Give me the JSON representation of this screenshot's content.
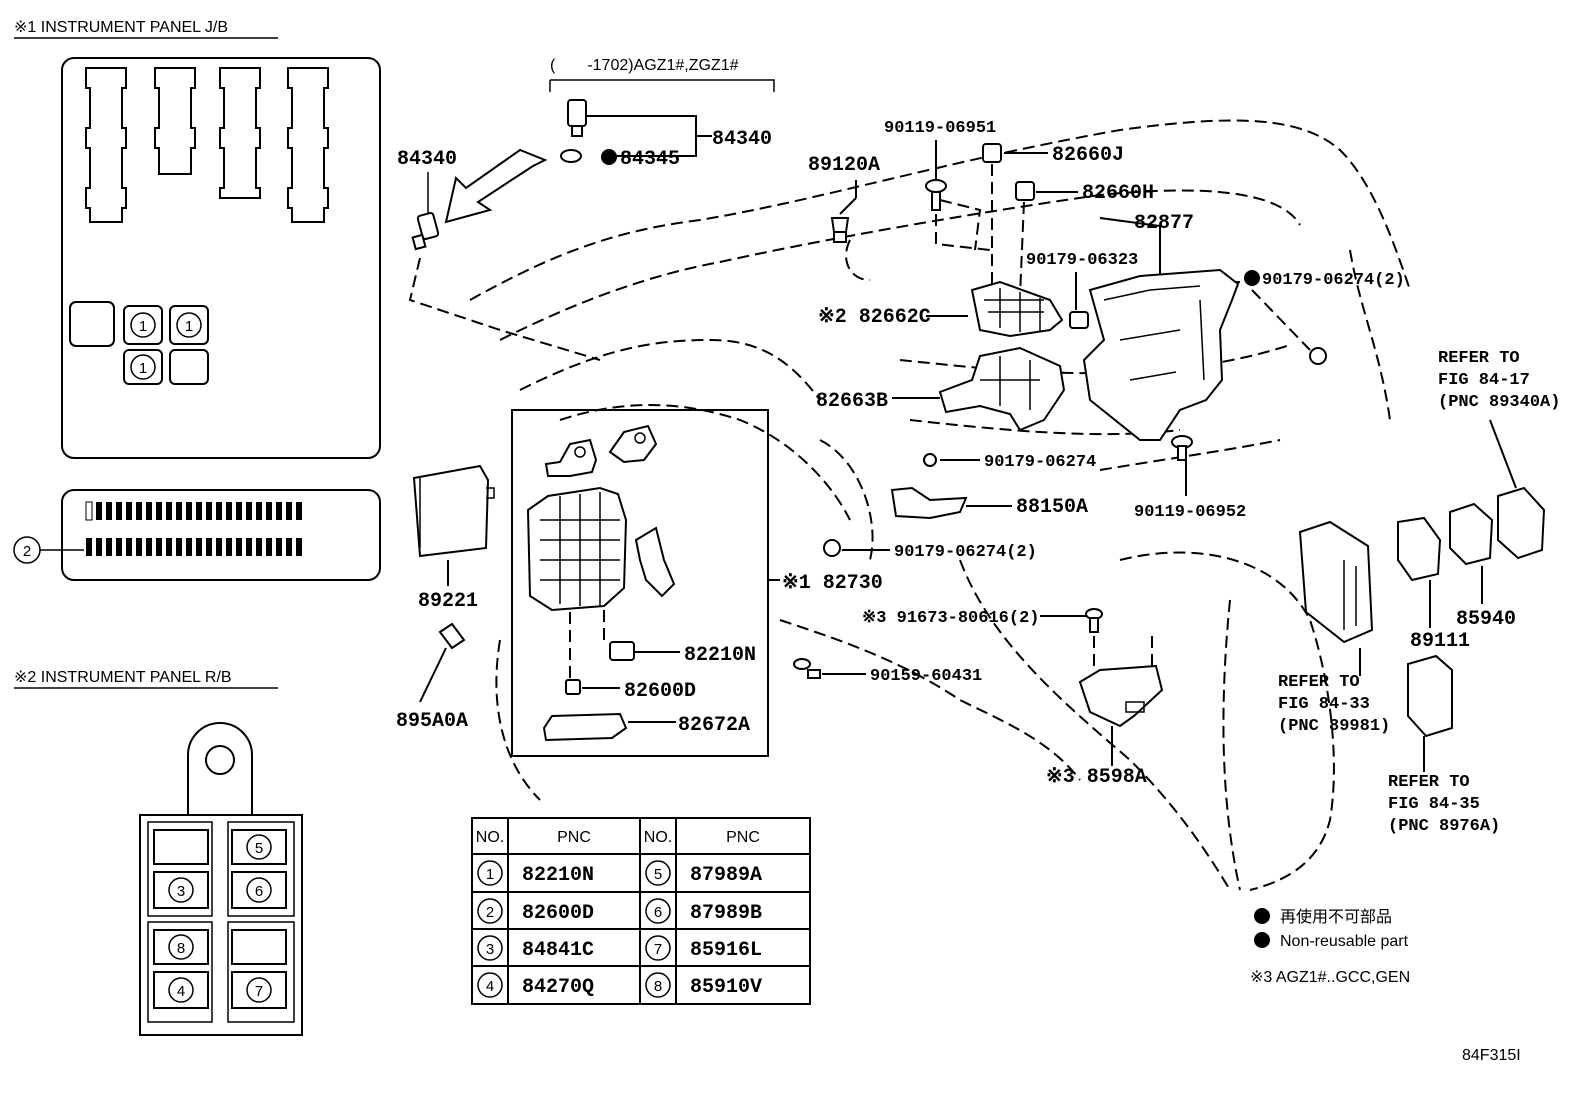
{
  "panels": {
    "jb_title": "※1 INSTRUMENT PANEL J/B",
    "rb_title": "※2 INSTRUMENT PANEL R/B",
    "jb_markers": [
      "1",
      "1",
      "1"
    ],
    "jb_connector_marker": "2",
    "rb_markers": [
      "5",
      "3",
      "6",
      "8",
      "4",
      "7"
    ]
  },
  "variant_note": "(　　-1702)AGZ1#,ZGZ1#",
  "callouts": {
    "p84340_left": "84340",
    "p84340_right": "84340",
    "p84345": "84345",
    "p89120A": "89120A",
    "p90119_06951": "90119-06951",
    "p82660J": "82660J",
    "p82660H": "82660H",
    "p82877": "82877",
    "p90179_06323": "90179-06323",
    "p90179_06274_2_top": "90179-06274(2)",
    "p82662C": "※2 82662C",
    "p82663B": "82663B",
    "p90179_06274": "90179-06274",
    "p90119_06952": "90119-06952",
    "p88150A": "88150A",
    "p90179_06274_2_mid": "90179-06274(2)",
    "p82730": "※1 82730",
    "p91673_80616": "※3 91673-80616(2)",
    "p82210N": "82210N",
    "p90159_60431": "90159-60431",
    "p82600D": "82600D",
    "p82672A": "82672A",
    "p89221": "89221",
    "p895A0A": "895A0A",
    "p8598A": "※3 8598A",
    "p85940": "85940",
    "p89111": "89111"
  },
  "refer_notes": [
    [
      "REFER TO",
      "FIG 84-17",
      "(PNC 89340A)"
    ],
    [
      "REFER TO",
      "FIG 84-33",
      "(PNC 89981)"
    ],
    [
      "REFER TO",
      "FIG 84-35",
      "(PNC 8976A)"
    ]
  ],
  "pnc_table": {
    "headers": [
      "NO.",
      "PNC",
      "NO.",
      "PNC"
    ],
    "rows": [
      {
        "no_left": "1",
        "pnc_left": "82210N",
        "no_right": "5",
        "pnc_right": "87989A"
      },
      {
        "no_left": "2",
        "pnc_left": "82600D",
        "no_right": "6",
        "pnc_right": "87989B"
      },
      {
        "no_left": "3",
        "pnc_left": "84841C",
        "no_right": "7",
        "pnc_right": "85916L"
      },
      {
        "no_left": "4",
        "pnc_left": "84270Q",
        "no_right": "8",
        "pnc_right": "85910V"
      }
    ]
  },
  "legend": {
    "jp": "再使用不可部品",
    "en": "Non-reusable part",
    "note3": "※3 AGZ1#..GCC,GEN"
  },
  "figure_id": "84F315I"
}
